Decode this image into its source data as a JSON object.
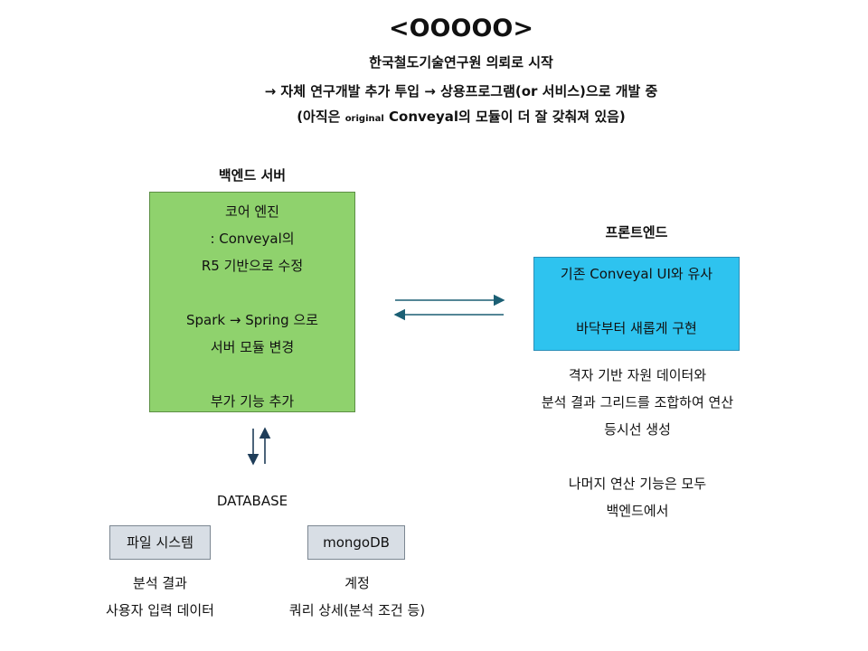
{
  "header": {
    "title": "<OOOOO>",
    "line1": "한국철도기술연구원 의뢰로 시작",
    "line2": "→  자체 연구개발 추가 투입 → 상용프로그램(or 서비스)으로 개발 중",
    "line3_a": "(아직은 ",
    "line3_small": "original",
    "line3_b": " Conveyal의  모듈이 더 잘 갖춰져 있음)"
  },
  "backend": {
    "heading": "백엔드 서버",
    "lines": [
      "코어 엔진",
      ": Conveyal의",
      "R5 기반으로 수정",
      "",
      "Spark → Spring 으로",
      "서버 모듈 변경",
      "",
      "부가 기능 추가"
    ]
  },
  "frontend": {
    "heading": "프론트엔드",
    "lines": [
      "기존 Conveyal UI와 유사",
      "",
      "바닥부터 새롭게 구현"
    ],
    "notes": [
      "격자 기반 자원 데이터와",
      "분석 결과 그리드를 조합하여 연산",
      "등시선 생성",
      "",
      "나머지 연산 기능은 모두",
      "백엔드에서"
    ]
  },
  "database": {
    "heading": "DATABASE",
    "file_system": {
      "label": "파일 시스템",
      "notes": [
        "분석 결과",
        "사용자 입력 데이터"
      ]
    },
    "mongodb": {
      "label": "mongoDB",
      "notes": [
        "계정",
        "쿼리 상세(분석 조건 등)"
      ]
    }
  },
  "colors": {
    "backend_box": "#8fd26d",
    "frontend_box": "#2ec3ef",
    "db_box": "#d8dee5",
    "arrow_h": "#1b5f74",
    "arrow_v": "#1f3d59"
  }
}
